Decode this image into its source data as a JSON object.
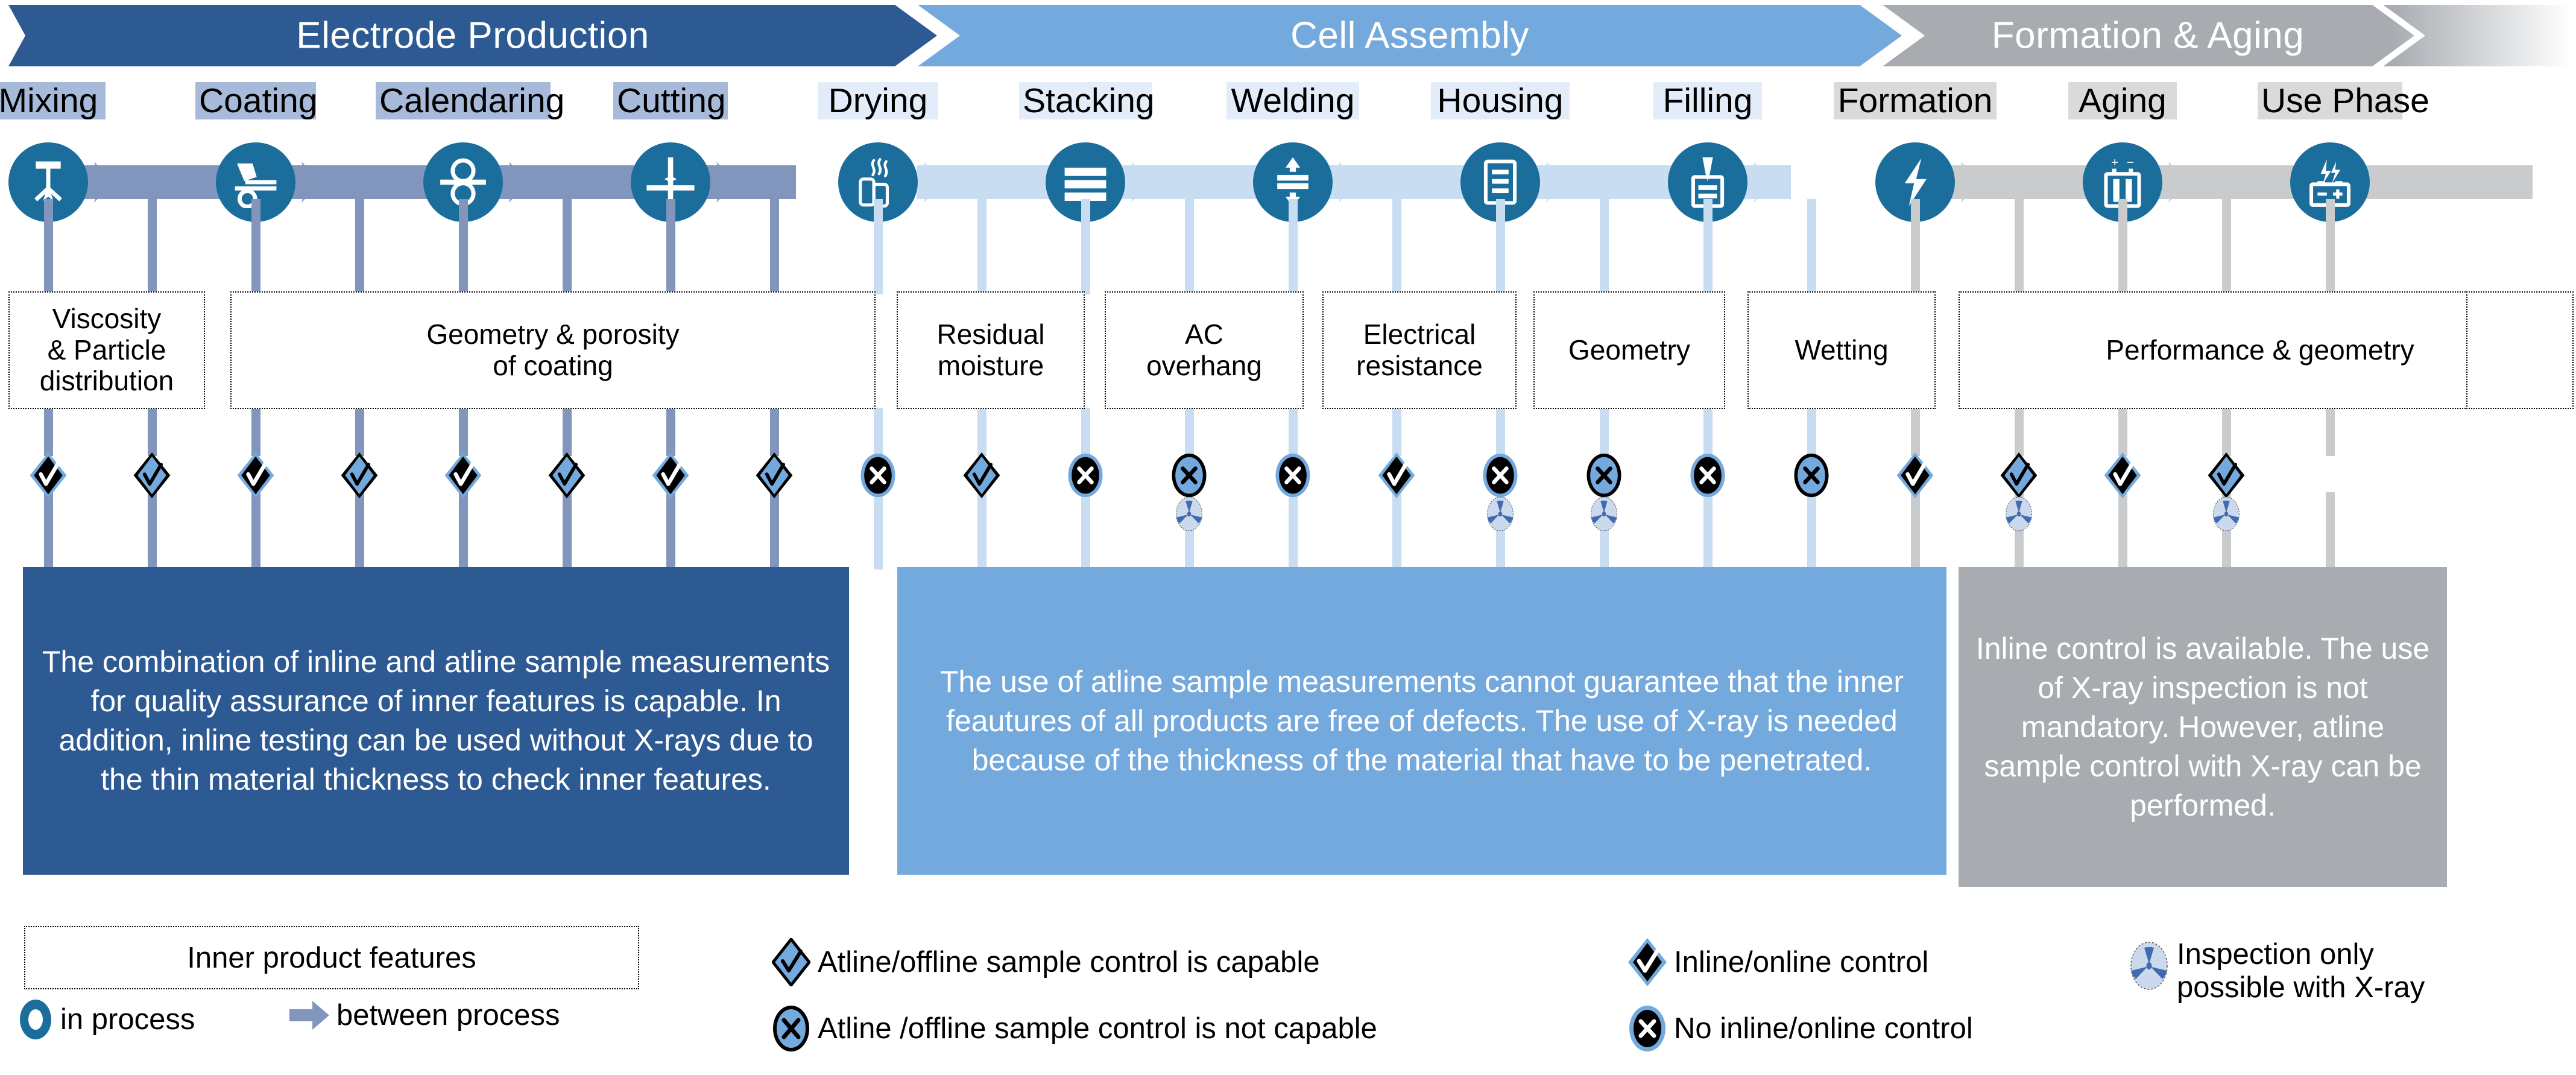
{
  "phases": [
    {
      "name": "Electrode Production",
      "color": "#2d5a92"
    },
    {
      "name": "Cell Assembly",
      "color": "#74a9dd"
    },
    {
      "name": "Formation & Aging",
      "color": "#a8acb1"
    }
  ],
  "steps": [
    {
      "label": "Mixing",
      "icon": "mixer-icon",
      "hl": "#a8bada"
    },
    {
      "label": "Coating",
      "icon": "coating-icon",
      "hl": "#a8bada"
    },
    {
      "label": "Calendaring",
      "icon": "calender-icon",
      "hl": "#a8bada"
    },
    {
      "label": "Cutting",
      "icon": "cutting-icon",
      "hl": "#a8bada"
    },
    {
      "label": "Drying",
      "icon": "drying-icon",
      "hl": "#e3edf9"
    },
    {
      "label": "Stacking",
      "icon": "stacking-icon",
      "hl": "#e3edf9"
    },
    {
      "label": "Welding",
      "icon": "welding-icon",
      "hl": "#e3edf9"
    },
    {
      "label": "Housing",
      "icon": "housing-icon",
      "hl": "#e3edf9"
    },
    {
      "label": "Filling",
      "icon": "filling-icon",
      "hl": "#e3edf9"
    },
    {
      "label": "Formation",
      "icon": "formation-icon",
      "hl": "#d9dadc"
    },
    {
      "label": "Aging",
      "icon": "aging-icon",
      "hl": "#d9dadc"
    },
    {
      "label": "Use Phase",
      "icon": "use-phase-icon",
      "hl": "#d9dadc"
    }
  ],
  "features": [
    {
      "text": "Viscosity\n& Particle\ndistribution"
    },
    {
      "text": "Geometry & porosity\nof coating"
    },
    {
      "text": "Residual\nmoisture"
    },
    {
      "text": "AC\noverhang"
    },
    {
      "text": "Electrical\nresistance"
    },
    {
      "text": "Geometry"
    },
    {
      "text": "Wetting"
    },
    {
      "text": "Performance & geometry"
    },
    {
      "text": ""
    }
  ],
  "markers": [
    {
      "shape": "diamond",
      "mark": "check",
      "fill": "black",
      "xray": false
    },
    {
      "shape": "diamond",
      "mark": "check",
      "fill": "blue",
      "xray": false
    },
    {
      "shape": "diamond",
      "mark": "check",
      "fill": "black",
      "xray": false
    },
    {
      "shape": "diamond",
      "mark": "check",
      "fill": "blue",
      "xray": false
    },
    {
      "shape": "diamond",
      "mark": "check",
      "fill": "black",
      "xray": false
    },
    {
      "shape": "diamond",
      "mark": "check",
      "fill": "blue",
      "xray": false
    },
    {
      "shape": "diamond",
      "mark": "check",
      "fill": "black",
      "xray": false
    },
    {
      "shape": "diamond",
      "mark": "check",
      "fill": "blue",
      "xray": false
    },
    {
      "shape": "circle",
      "mark": "x",
      "fill": "black",
      "xray": false
    },
    {
      "shape": "diamond",
      "mark": "check",
      "fill": "blue",
      "xray": false
    },
    {
      "shape": "circle",
      "mark": "x",
      "fill": "black",
      "xray": false
    },
    {
      "shape": "circle",
      "mark": "x",
      "fill": "blue",
      "xray": true
    },
    {
      "shape": "circle",
      "mark": "x",
      "fill": "black",
      "xray": false
    },
    {
      "shape": "diamond",
      "mark": "check",
      "fill": "black",
      "xray": false
    },
    {
      "shape": "circle",
      "mark": "x",
      "fill": "black",
      "xray": true
    },
    {
      "shape": "circle",
      "mark": "x",
      "fill": "blue",
      "xray": true
    },
    {
      "shape": "circle",
      "mark": "x",
      "fill": "black",
      "xray": false
    },
    {
      "shape": "circle",
      "mark": "x",
      "fill": "blue",
      "xray": false
    },
    {
      "shape": "diamond",
      "mark": "check",
      "fill": "black",
      "xray": false
    },
    {
      "shape": "diamond",
      "mark": "check",
      "fill": "blue",
      "xray": true
    },
    {
      "shape": "diamond",
      "mark": "check",
      "fill": "black",
      "xray": false
    },
    {
      "shape": "diamond",
      "mark": "check",
      "fill": "blue",
      "xray": true
    }
  ],
  "conclusions": [
    {
      "text": "The combination of inline and atline sample measurements for quality assurance of inner features is capable. In addition, inline testing can be used without X-rays due to the thin material thickness to check inner features.",
      "bg": "#2d5a92"
    },
    {
      "text": "The use of atline sample measurements cannot guarantee that the inner feautures of all products are free of defects. The use of X-ray is needed because of the thickness of the material that have to be penetrated.",
      "bg": "#74a9dd"
    },
    {
      "text": "Inline control is available. The use of X-ray inspection is not mandatory.  However, atline sample control with X-ray can be performed.",
      "bg": "#a8acb1"
    }
  ],
  "legend": {
    "boxed_title": "Inner product features",
    "in_process": "in process",
    "between_process": "between process",
    "atline_capable": "Atline/offline sample control is capable",
    "atline_not_capable": "Atline /offline sample control is not capable",
    "inline_control": "Inline/online control",
    "no_inline_control": "No inline/online control",
    "xray_only": "Inspection only\npossible with X-ray"
  },
  "colors": {
    "dark_blue": "#2d5a92",
    "mid_blue": "#74a9dd",
    "gray": "#a8acb1",
    "node_teal": "#1b6e9c",
    "rail_dark": "#8296bd",
    "rail_light": "#c8dcf2",
    "rail_gray": "#c9cbcd"
  }
}
